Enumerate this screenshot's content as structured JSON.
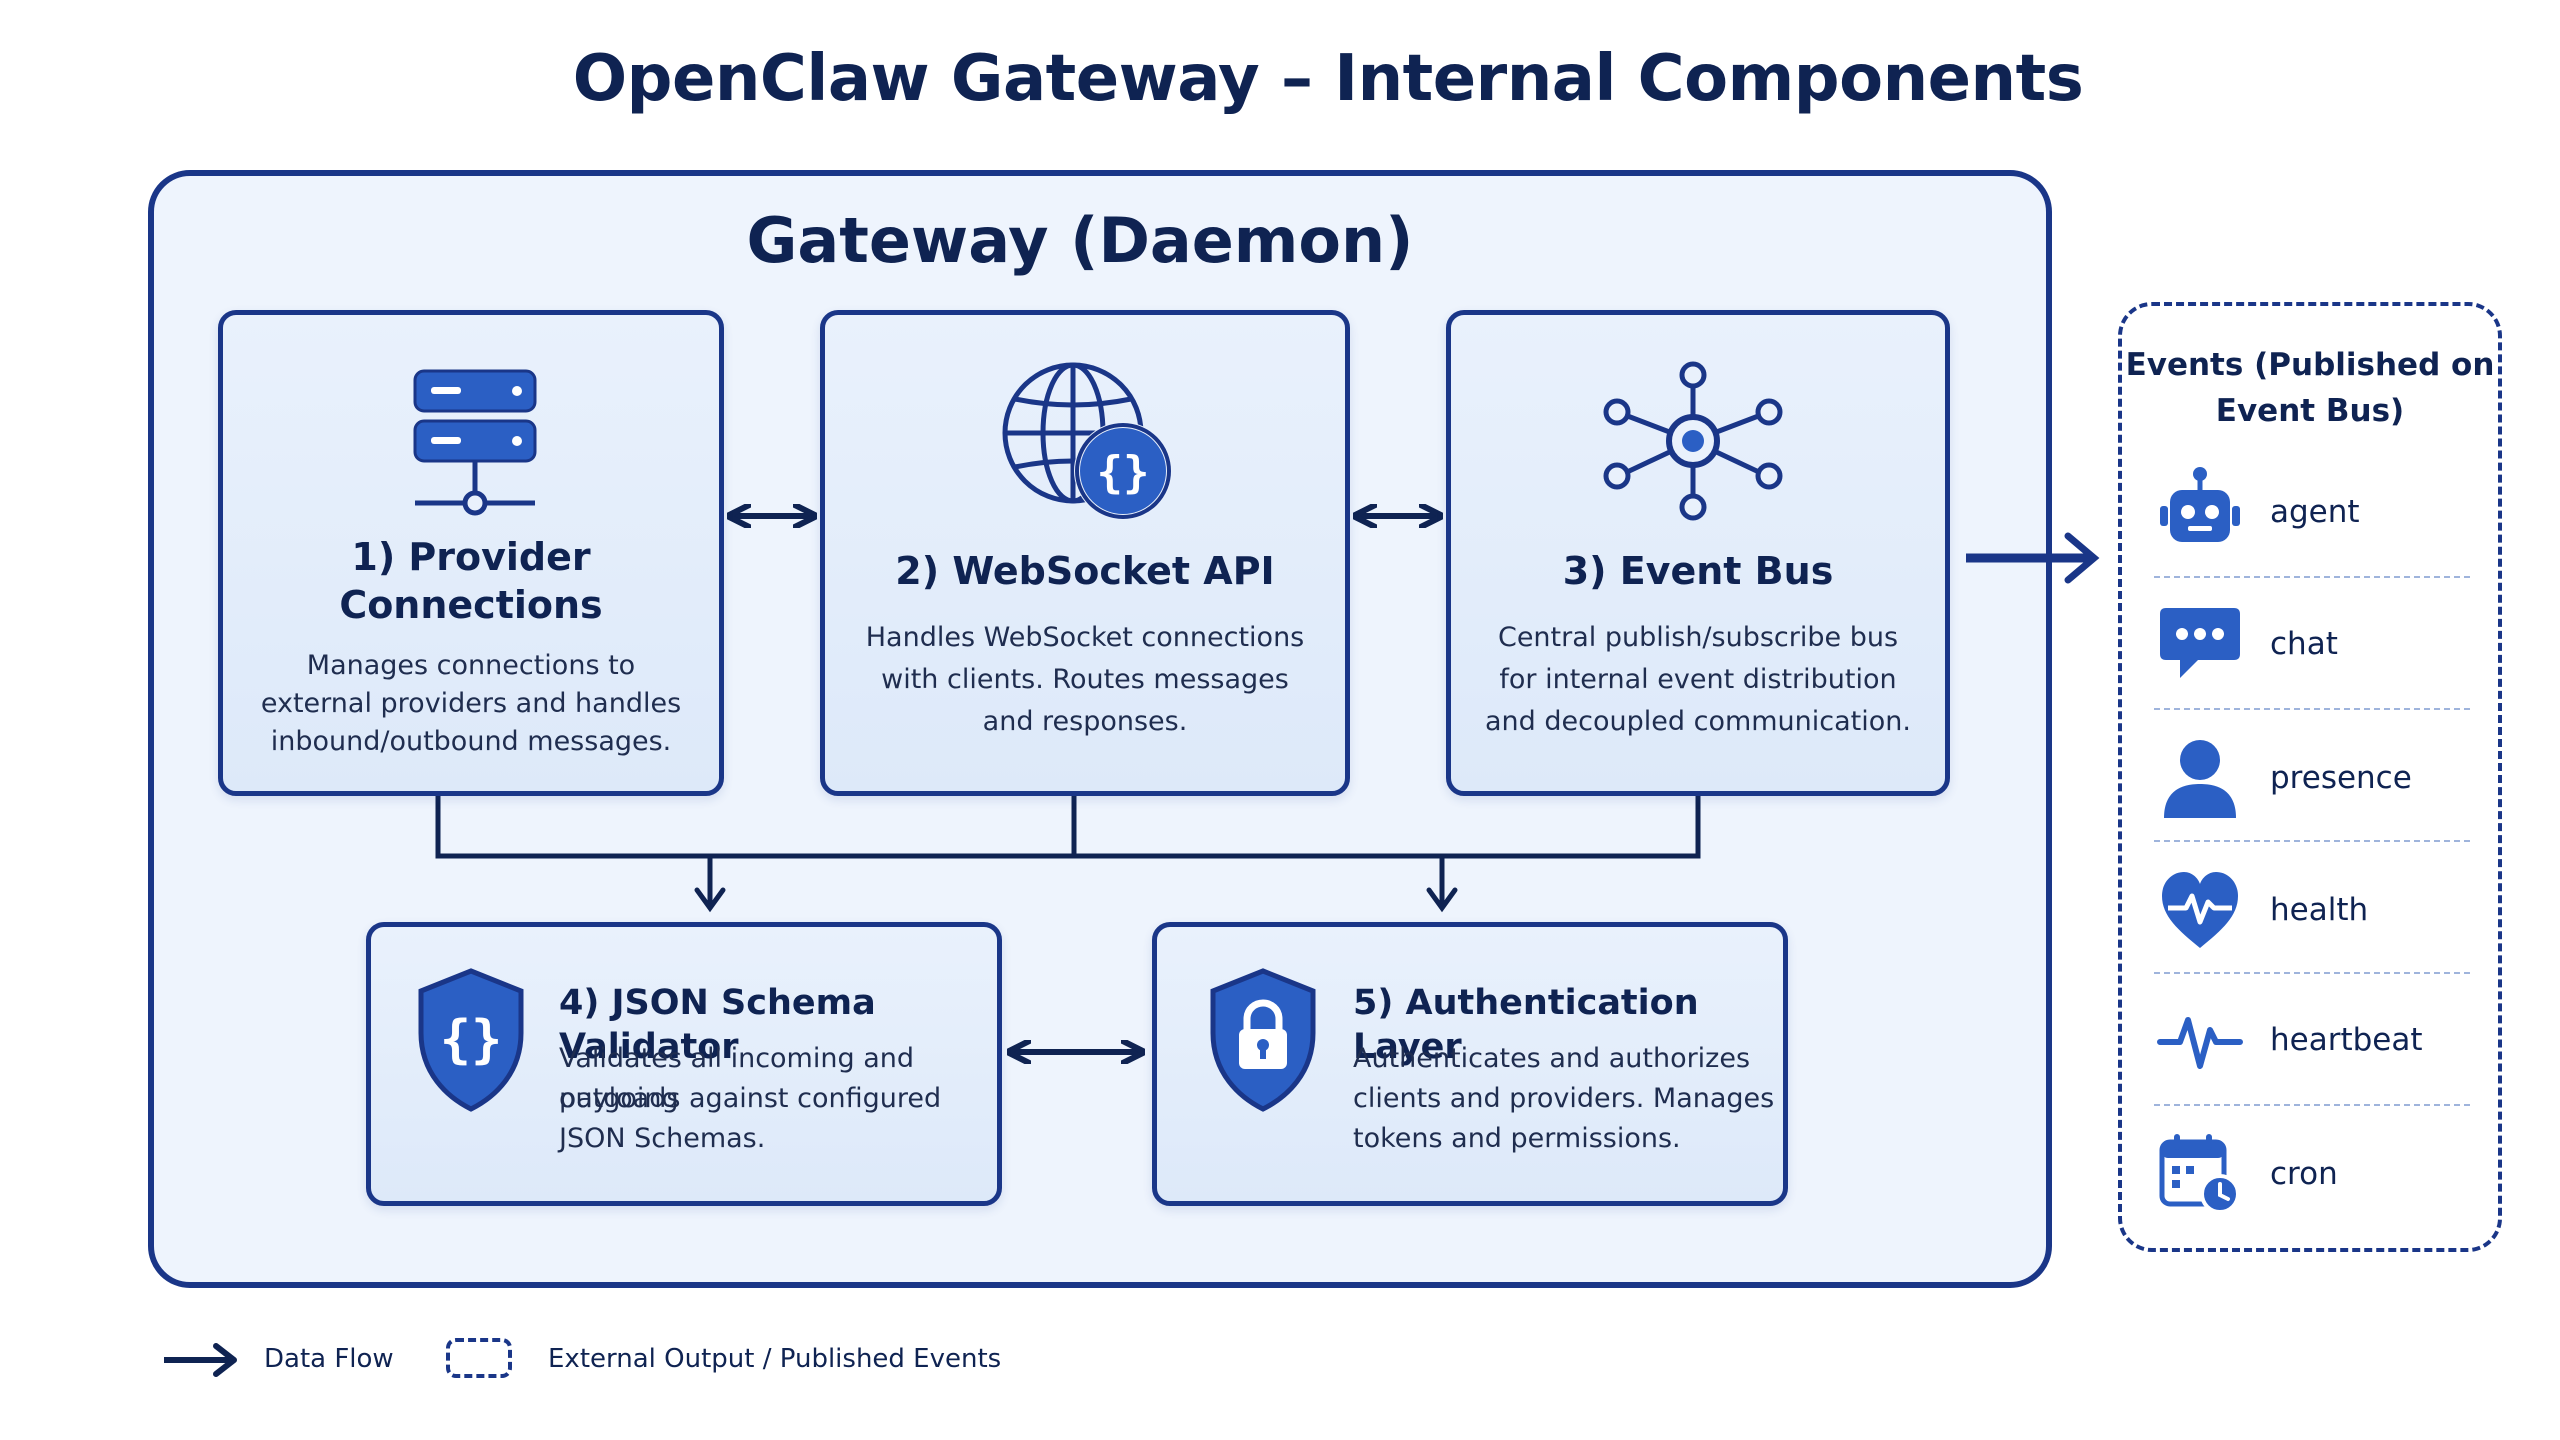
{
  "title": "OpenClaw Gateway – Internal Components",
  "gateway": {
    "title": "Gateway (Daemon)"
  },
  "components": [
    {
      "id": "provider",
      "title_line1": "1) Provider",
      "title_line2": "Connections",
      "desc": [
        "Manages connections to",
        "external providers and handles",
        "inbound/outbound messages."
      ],
      "icon": "server-icon"
    },
    {
      "id": "websocket",
      "title": "2) WebSocket API",
      "desc": [
        "Handles WebSocket connections",
        "with clients. Routes messages",
        "and responses."
      ],
      "icon": "globe-braces-icon"
    },
    {
      "id": "eventbus",
      "title": "3) Event Bus",
      "desc": [
        "Central publish/subscribe bus",
        "for internal event distribution",
        "and decoupled communication."
      ],
      "icon": "hub-network-icon"
    },
    {
      "id": "validator",
      "title": "4) JSON Schema Validator",
      "desc": [
        "Validates all incoming and outgoing",
        "payloads against configured",
        "JSON Schemas."
      ],
      "icon": "shield-braces-icon"
    },
    {
      "id": "auth",
      "title": "5) Authentication Layer",
      "desc": [
        "Authenticates and authorizes",
        "clients and providers. Manages",
        "tokens and permissions."
      ],
      "icon": "shield-lock-icon"
    }
  ],
  "events": {
    "title_line1": "Events (Published on",
    "title_line2": "Event Bus)",
    "items": [
      {
        "label": "agent",
        "icon": "robot-icon"
      },
      {
        "label": "chat",
        "icon": "chat-bubble-icon"
      },
      {
        "label": "presence",
        "icon": "person-icon"
      },
      {
        "label": "health",
        "icon": "heart-pulse-icon"
      },
      {
        "label": "heartbeat",
        "icon": "pulse-line-icon"
      },
      {
        "label": "cron",
        "icon": "calendar-clock-icon"
      }
    ]
  },
  "legend": {
    "data_flow": "Data Flow",
    "external": "External Output / Published Events"
  },
  "colors": {
    "primary": "#1a3688",
    "accent": "#2b5fc4",
    "text": "#0f2352",
    "panel": "#eef4fd"
  }
}
